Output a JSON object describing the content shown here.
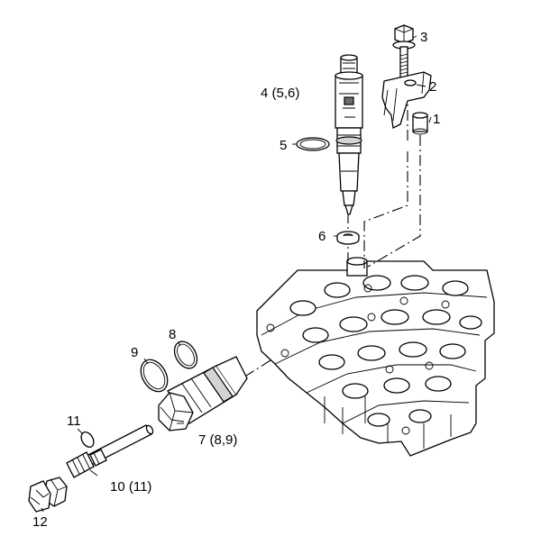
{
  "callouts": {
    "c1": "1",
    "c2": "2",
    "c3": "3",
    "c4": "4 (5,6)",
    "c5": "5",
    "c6": "6",
    "c7": "7 (8,9)",
    "c8": "8",
    "c9": "9",
    "c10": "10 (11)",
    "c11": "11",
    "c12": "12"
  }
}
